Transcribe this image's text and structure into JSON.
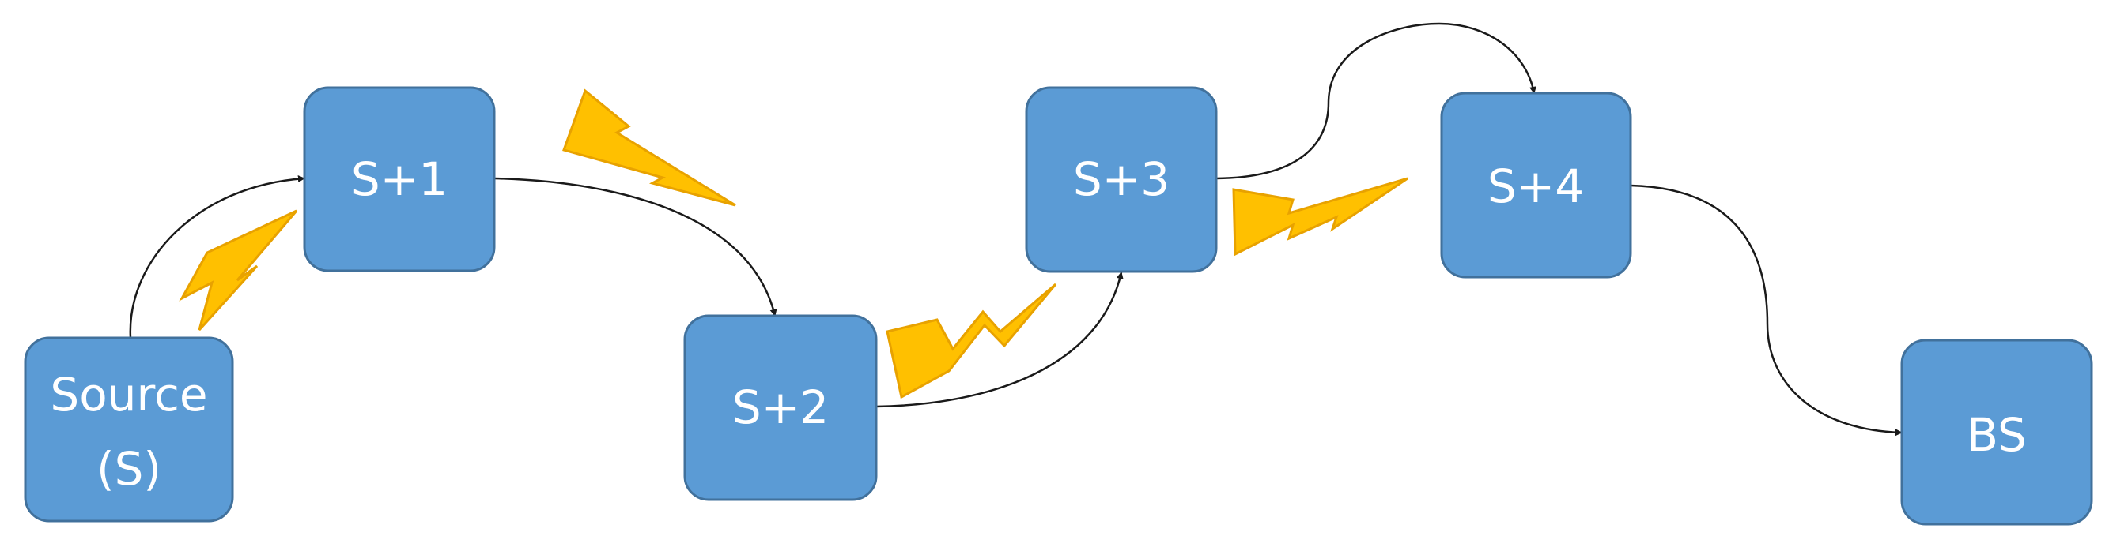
{
  "colors": {
    "node_fill": "#5b9bd5",
    "node_border": "#41719c",
    "node_text": "#ffffff",
    "bolt_fill": "#ffc000",
    "arrow": "#1a1a1a",
    "background": "#ffffff"
  },
  "nodes": {
    "source": {
      "line1": "Source",
      "line2": "(S)"
    },
    "s1": {
      "label": "S+1"
    },
    "s2": {
      "label": "S+2"
    },
    "s3": {
      "label": "S+3"
    },
    "s4": {
      "label": "S+4"
    },
    "bs": {
      "label": "BS"
    }
  },
  "edges": [
    {
      "from": "Source (S)",
      "to": "S+1"
    },
    {
      "from": "S+1",
      "to": "S+2"
    },
    {
      "from": "S+2",
      "to": "S+3"
    },
    {
      "from": "S+3",
      "to": "S+4"
    },
    {
      "from": "S+4",
      "to": "BS"
    }
  ],
  "icons": [
    "lightning-bolt-icon",
    "lightning-bolt-icon",
    "lightning-bolt-icon",
    "lightning-bolt-icon"
  ]
}
